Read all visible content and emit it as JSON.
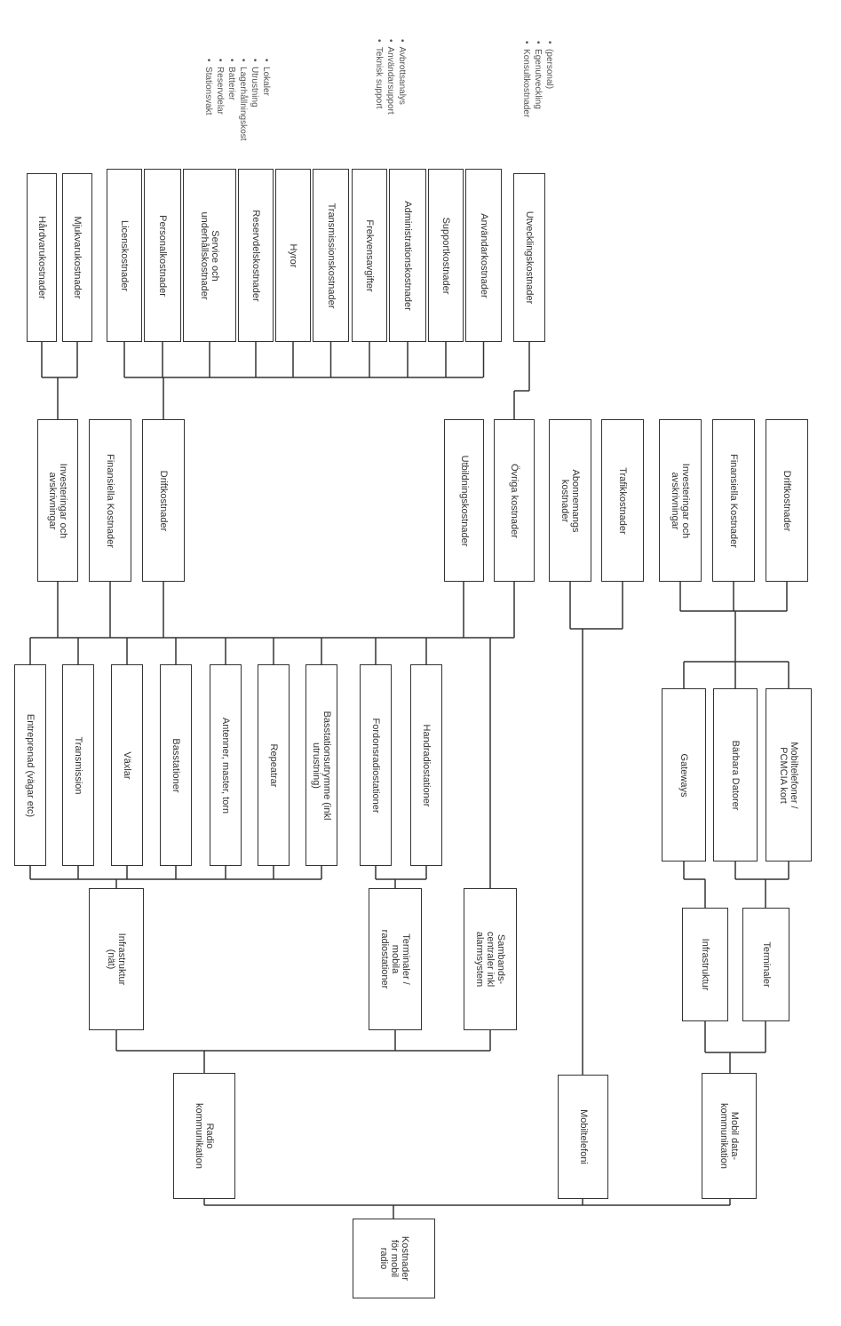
{
  "diagram": {
    "root": "Kostnader\nför mobil\nradio",
    "branches": {
      "radio": "Radio\nkommunikation",
      "mobiltelefoni": "Mobiltelefoni",
      "mobil_data": "Mobil data-\nkommunikation"
    },
    "radio_children": {
      "infrastruktur": "Infrastruktur\n(nät)",
      "terminaler": "Terminaler /\nmobila\nradiostationer",
      "sambandscentraler": "Sambands-\ncentraler inkl\nalarmsystem"
    },
    "infra_items": [
      "Entreprenad (vägar etc)",
      "Transmission",
      "Växlar",
      "Basstationer",
      "Antenner, master, torn",
      "Repeatrar",
      "Basstationsutrymme (inkl\nutrustning)"
    ],
    "terminal_items": [
      "Fordonsradiostationer",
      "Handradiostationer"
    ],
    "radio_costs": {
      "investeringar": "Investeringar och\navskrivningar",
      "finansiella": "Finansiella Kostnader",
      "drift": "Driftkostnader",
      "utbildning": "Utbildningskostnader",
      "ovriga": "Övriga kostnader"
    },
    "investment_details": [
      "Hårdvarukostnader",
      "Mjukvarukostnader"
    ],
    "drift_details": [
      "Licenskostnader",
      "Personalkostnader",
      "Service och\nunderhållskostnader",
      "Reservdelskostnader",
      "Hyror",
      "Transmissionskostnader",
      "Frekvensavgifter",
      "Administrationskostnader",
      "Supportkostnader",
      "Användarkostnader"
    ],
    "ovriga_detail": "Utvecklingskostnader",
    "notes": {
      "service": [
        "Stationsvakt",
        "Reservdelar",
        "Batterier",
        "Lagerhållningskost",
        "Utrustning",
        "Lokaler"
      ],
      "support": [
        "Teknisk support",
        "Användarsupport",
        "Avbrottsanalys"
      ],
      "utveckling": [
        "Konsultkostnader",
        "Egenutveckling",
        "(personal)"
      ]
    },
    "mobile_costs": {
      "abonnemang": "Abonnemangs\nkostnader",
      "trafik": "Trafikkostnader"
    },
    "data_children": {
      "infrastruktur": "Infrastruktur",
      "terminaler": "Terminaler"
    },
    "data_items": [
      "Gateways",
      "Bärbara Datorer",
      "Mobiltelefoner /\nPCMCIA kort"
    ],
    "data_costs": {
      "investeringar": "Investeringar och\navskrivningar",
      "finansiella": "Finansiella Kostnader",
      "drift": "Driftkostnader"
    }
  }
}
